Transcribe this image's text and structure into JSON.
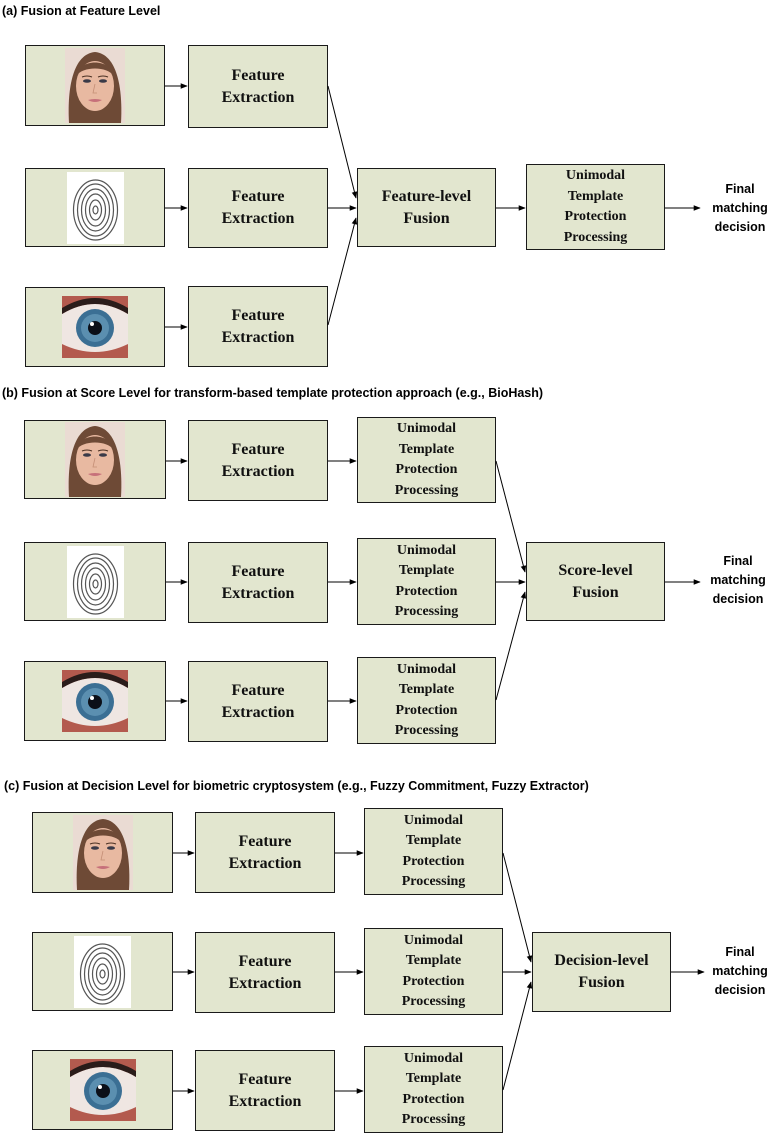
{
  "colors": {
    "box_fill": "#e2e6cf",
    "box_border": "#1a1a1a",
    "arrow": "#000000"
  },
  "icons": [
    "face-photo-icon",
    "fingerprint-icon",
    "iris-photo-icon"
  ],
  "labels": {
    "feature_extraction": "Feature\nExtraction",
    "template_protection": "Unimodal\nTemplate\nProtection\nProcessing",
    "final_decision": "Final\nmatching\ndecision"
  },
  "sections": [
    {
      "title": "(a) Fusion at Feature Level",
      "fusion_label": "Feature-level\nFusion"
    },
    {
      "title": "(b) Fusion at Score Level for transform-based template protection approach (e.g., BioHash)",
      "fusion_label": "Score-level\nFusion"
    },
    {
      "title": "(c) Fusion at Decision Level for biometric cryptosystem (e.g., Fuzzy Commitment, Fuzzy Extractor)",
      "fusion_label": "Decision-level\nFusion"
    }
  ]
}
